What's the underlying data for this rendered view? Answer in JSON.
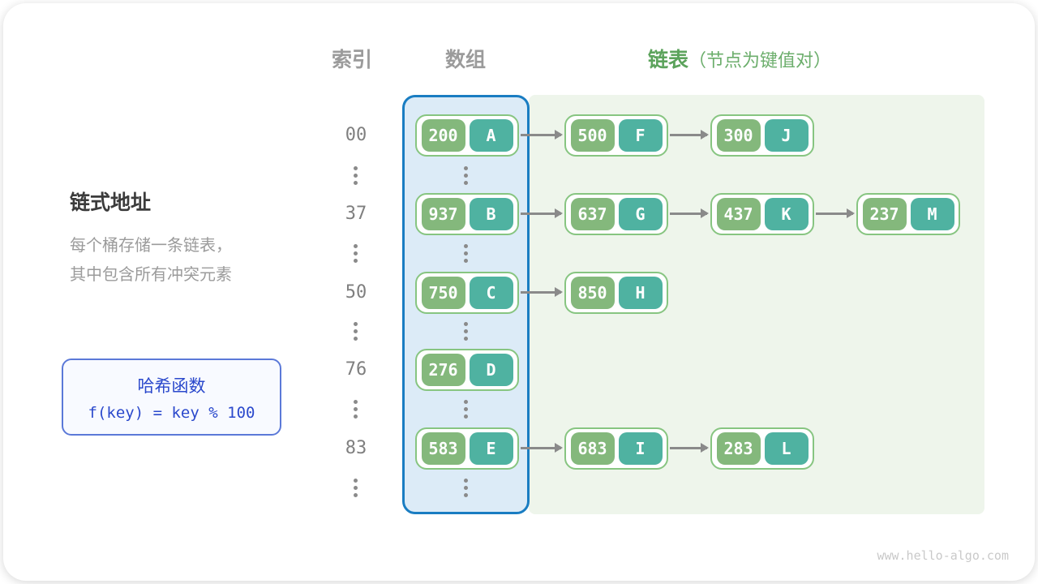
{
  "header": {
    "index": "索引",
    "array": "数组",
    "list": "链表",
    "list_note": "（节点为键值对）"
  },
  "left_panel": {
    "title": "链式地址",
    "description": "每个桶存储一条链表，\n其中包含所有冲突元素",
    "hash_box": {
      "title": "哈希函数",
      "formula": "f(key) = key % 100"
    }
  },
  "rows": [
    {
      "index": "00",
      "nodes": [
        {
          "key": "200",
          "value": "A"
        },
        {
          "key": "500",
          "value": "F"
        },
        {
          "key": "300",
          "value": "J"
        }
      ]
    },
    {
      "index": "37",
      "nodes": [
        {
          "key": "937",
          "value": "B"
        },
        {
          "key": "637",
          "value": "G"
        },
        {
          "key": "437",
          "value": "K"
        },
        {
          "key": "237",
          "value": "M"
        }
      ]
    },
    {
      "index": "50",
      "nodes": [
        {
          "key": "750",
          "value": "C"
        },
        {
          "key": "850",
          "value": "H"
        }
      ]
    },
    {
      "index": "76",
      "nodes": [
        {
          "key": "276",
          "value": "D"
        }
      ]
    },
    {
      "index": "83",
      "nodes": [
        {
          "key": "583",
          "value": "E"
        },
        {
          "key": "683",
          "value": "I"
        },
        {
          "key": "283",
          "value": "L"
        }
      ]
    }
  ],
  "watermark": "www.hello-algo.com",
  "colors": {
    "node_key_green": "#84b87c",
    "node_value_teal": "#4fb2a1",
    "node_border_green": "#87c581",
    "array_fill_blue": "#dcebf7",
    "array_border_blue": "#1a7dc2",
    "list_region_green": "#eef5eb",
    "header_green": "#5ca35c",
    "hash_blue": "#2b49cc",
    "gray_text": "#9b9b9b"
  }
}
